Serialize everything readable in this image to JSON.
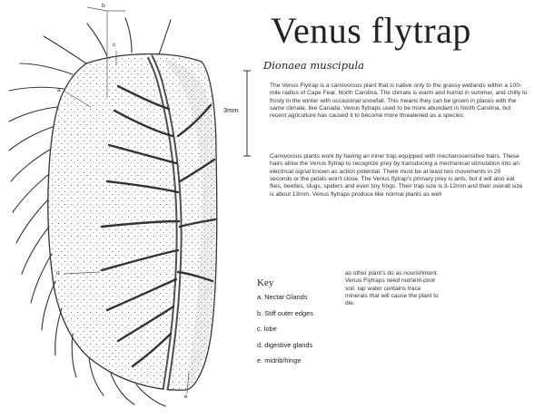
{
  "title": "Venus flytrap",
  "scientific_name": "Dionaea muscipula",
  "scale_label": "3mm",
  "paragraphs": [
    "The Venus Flytrap is a carnivorous plant that is native only to the grassy wetlands within a 100-mile radius of Cape Fear, North Carolina. The climate is warm and humid in summer, and chilly to frosty in the winter with occasional snowfall. This means they can be grown in places with the same climate, like Canada. Venus flytraps used to be more abundant in North Carolina, but recent agriculture has caused it to become more threatened as a species.",
    "Carnivorous plants work by having an inner trap equipped with mechanosensitive hairs. These hairs allow the Venus flytrap to recognize prey by transducing a mechanical stimulation into an electrical signal known as action potential. There must be at least two movements in 20 seconds or the petals won't close. The Venus flytrap's primary prey is ants, but it will also eat flies, beetles, slugs, spiders and even tiny frogs. Their trap size is 3-12mm and their overall size is about 13mm. Venus flytraps produce like normal plants as well",
    "as other plant's do as nourishment. Venus Flytraps need nutrient-poor soil, tap water contains trace minerals that will cause the plant to die."
  ],
  "key": {
    "title": "Key",
    "items": [
      "a. Nectar Glands",
      "b. Stiff outer edges",
      "c. lobe",
      "d. digestive glands",
      "e. midrib/hinge"
    ]
  },
  "callouts": [
    "a",
    "b",
    "c",
    "d",
    "e"
  ]
}
